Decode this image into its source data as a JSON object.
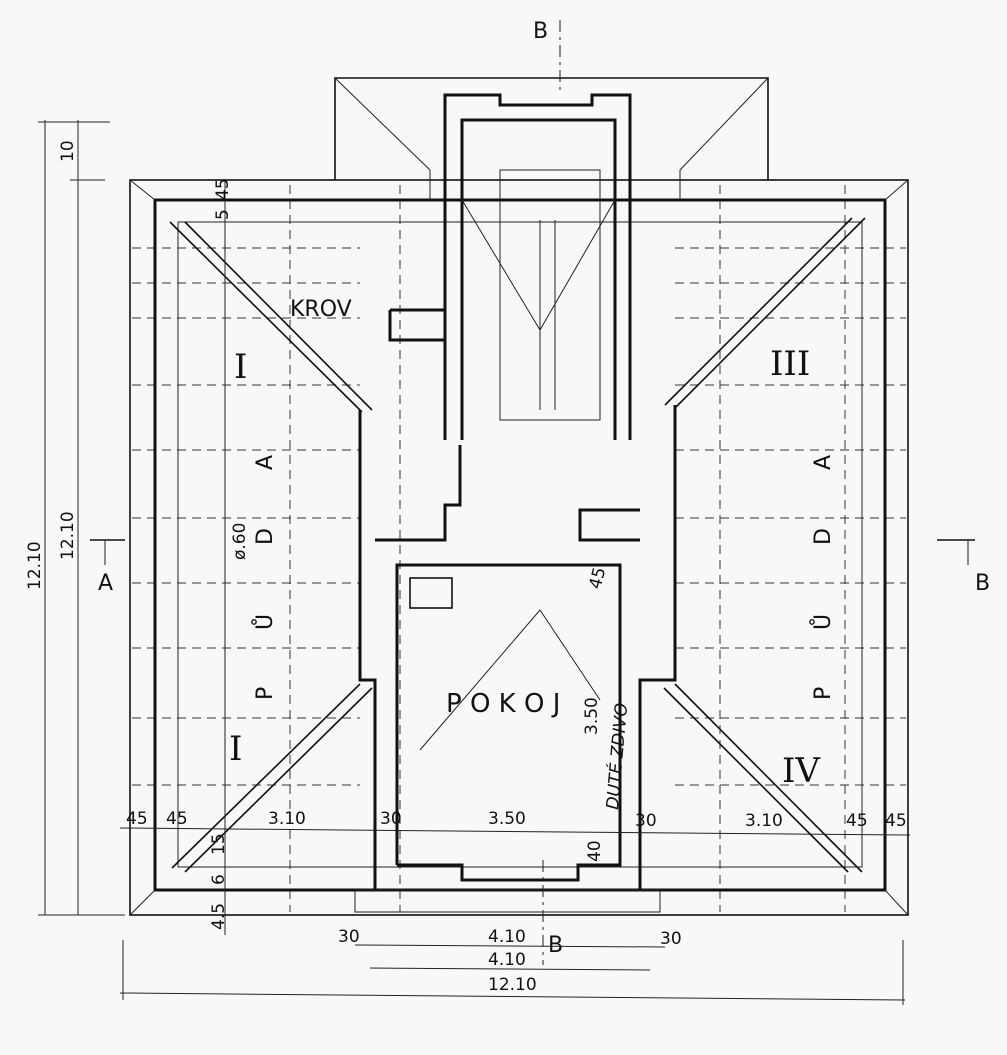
{
  "labels": {
    "roof": "KROV",
    "room": "P O K O J",
    "hollow_wall": "DUTÉ ZDIVO",
    "attic_left": [
      "P",
      "Ů",
      "D",
      "A"
    ],
    "attic_right": [
      "P",
      "Ů",
      "D",
      "A"
    ],
    "diameter": "ø.60",
    "roof_sections": [
      "I",
      "I",
      "III",
      "IV"
    ]
  },
  "section_marks": {
    "a_left": "A",
    "b_right": "B",
    "b_top": "B",
    "b_bottom": "B"
  },
  "dimensions": {
    "left_total_outer": "12.10",
    "left_total_inner": "12.10",
    "left_top": "10",
    "top_45": "45",
    "top_5": "5",
    "row": [
      "45",
      "45",
      "3.10",
      "30",
      "3.50",
      "30",
      "3.10",
      "45",
      "45"
    ],
    "room_height": "3.50",
    "wall_40": "40",
    "side_45": "45",
    "bottom_left_stack": [
      "15",
      "6",
      "4.5"
    ],
    "bottom_30_left": "30",
    "bottom_30_right": "30",
    "bottom_410_a": "4.10",
    "bottom_410_b": "4.10",
    "bottom_total": "12.10"
  }
}
